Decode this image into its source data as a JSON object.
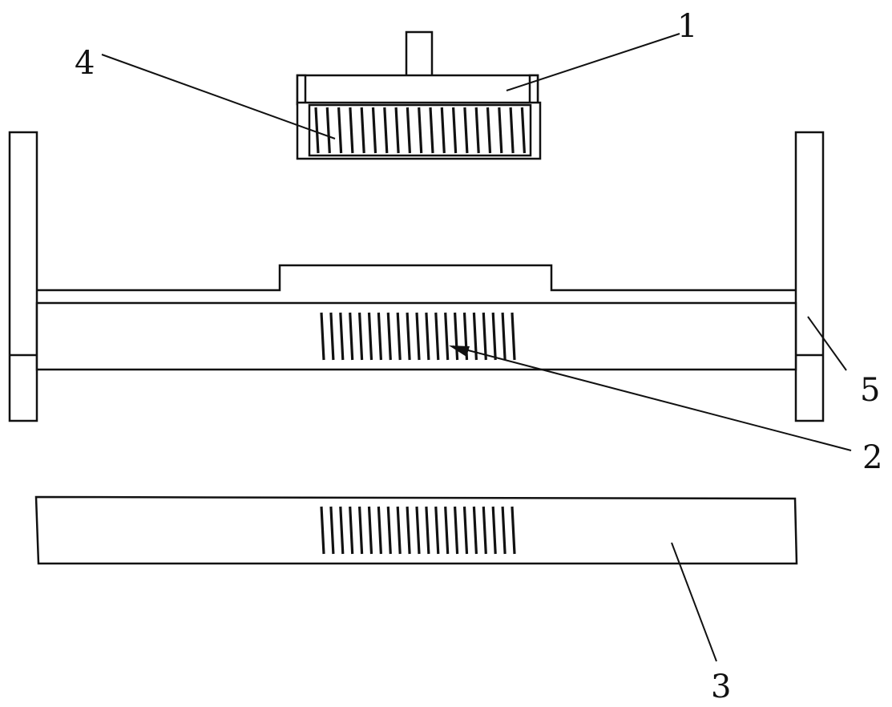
{
  "labels": {
    "callout_1": "1",
    "callout_2": "2",
    "callout_3": "3",
    "callout_4": "4",
    "callout_5": "5"
  },
  "colors": {
    "line": "#111111",
    "background": "#ffffff"
  }
}
